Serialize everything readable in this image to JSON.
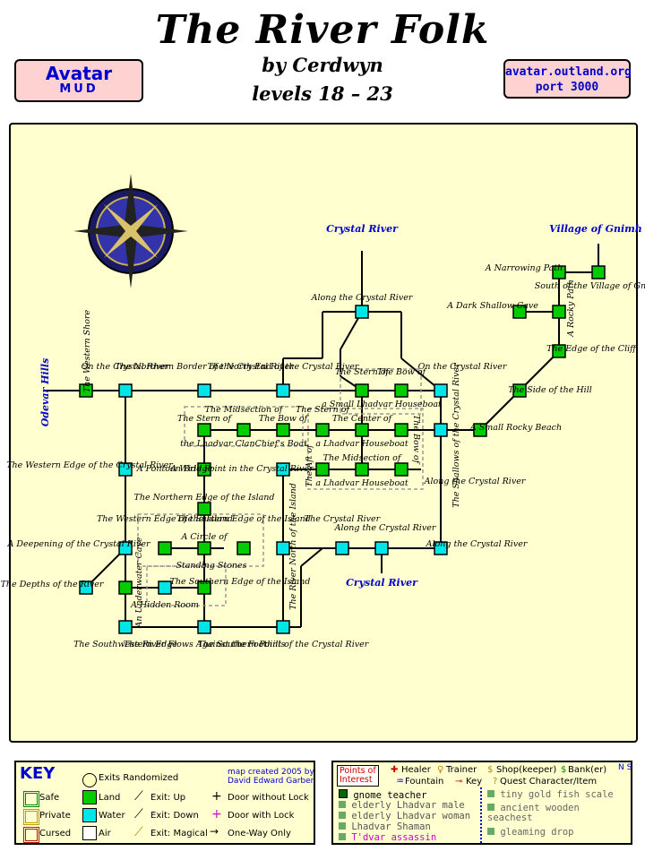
{
  "header": {
    "title": "The River Folk",
    "byline": "by Cerdwyn",
    "levels": "levels 18 – 23",
    "banner_left_1": "Avatar",
    "banner_left_2": "MUD",
    "banner_right_1": "avatar.outland.org",
    "banner_right_2": "port 3000"
  },
  "colors": {
    "land": "#00cc00",
    "water": "#00e5e5",
    "parchment": "#ffffd0",
    "label_blue": "#0000cc"
  },
  "map": {
    "external": {
      "crystal_river_n": "Crystal River",
      "crystal_river_s": "Crystal River",
      "village_gnimh": "Village of Gnimh",
      "odevar_hills": "Odevar Hills"
    },
    "rooms": {
      "along_crystal_river": "Along the Crystal River",
      "narrowing_path": "A Narrowing Path",
      "south_village": "South of the Village of Gnimh",
      "dark_shallow_cave": "A Dark Shallow Cave",
      "rocky_path": "A Rocky Path",
      "edge_cliff": "The Edge of the Cliff",
      "side_hill": "The Side of the Hill",
      "small_rocky_beach": "A Small Rocky Beach",
      "western_shore": "The Western Shore",
      "on_crystal_river_w": "On the Crystal River",
      "northern_border": "The Northern Border of the Crystal River",
      "north_end": "The North End of the Crystal River",
      "on_crystal_river_e": "On the Crystal River",
      "stern_small": "The Stern of",
      "bow_small": "The Bow of",
      "small_houseboat": "a Small Lhadvar Houseboat",
      "stern_clan": "The Stern of",
      "midsection_clan": "The Midsection of",
      "bow_clan": "The Bow of",
      "clan_boat": "the Lhadvar ClanChief's Boat",
      "stern_h": "The Stern of",
      "center_h": "The Center of",
      "lhadvar_houseboat": "a Lhadvar Houseboat",
      "bow_h": "The Bow of",
      "shallows": "The Shallows of the Crystal River",
      "western_edge": "The Western Edge of the Crystal River",
      "pontoon": "A Pontoon Bridge",
      "wide_point": "A Wide Point in the Crystal River",
      "aft_of": "The Aft of",
      "midsection_h": "The Midsection of",
      "lhadvar_houseboat2": "a Lhadvar Houseboat",
      "along_crystal_e": "Along the Crystal River",
      "northern_edge_island": "The Northern Edge of the Island",
      "western_edge_island": "The Western Edge of the Island",
      "eastern_edge_island": "The Eastern Edge of the Island",
      "circle_of": "A Circle of",
      "standing_stones": "Standing Stones",
      "deepening": "A Deepening of the Crystal River",
      "underwater_cave": "An Underwater Cave",
      "river_north_island": "The River North of the Island",
      "crystal_river_room": "The Crystal River",
      "along_crystal_m": "Along the Crystal River",
      "along_crystal_se": "Along the Crystal River",
      "depths": "The Depths of the River",
      "hidden_room": "A Hidden Room",
      "southern_edge_island": "The Southern Edge of the Island",
      "southwestern_edge": "The Southwestern Edge",
      "river_flows": "The River Flows Against the Foothills",
      "southern_point": "The Southern Point of the Crystal River"
    }
  },
  "key": {
    "title": "KEY",
    "exits_randomized": "Exits Randomized",
    "credit_1": "map created 2005 by",
    "credit_2": "David Edward Garber",
    "safe": "Safe",
    "private": "Private",
    "cursed": "Cursed",
    "land": "Land",
    "water": "Water",
    "air": "Air",
    "exit_up": "Exit: Up",
    "exit_down": "Exit: Down",
    "exit_magical": "Exit: Magical",
    "door_no_lock": "Door without Lock",
    "door_lock": "Door with Lock",
    "one_way": "One-Way Only"
  },
  "poi": {
    "title_1": "Points of",
    "title_2": "Interest",
    "healer": "Healer",
    "trainer": "Trainer",
    "shop": "Shop(keeper)",
    "bank": "Bank(er)",
    "fountain": "Fountain",
    "key": "Key",
    "quest": "Quest Character/Item",
    "compass": "N S",
    "items_left": [
      "gnome teacher",
      "elderly Lhadvar male",
      "elderly Lhadvar woman",
      "Lhadvar Shaman",
      "T'dvar assassin"
    ],
    "items_right": [
      "tiny gold fish scale",
      "ancient wooden seachest",
      "gleaming drop"
    ]
  }
}
